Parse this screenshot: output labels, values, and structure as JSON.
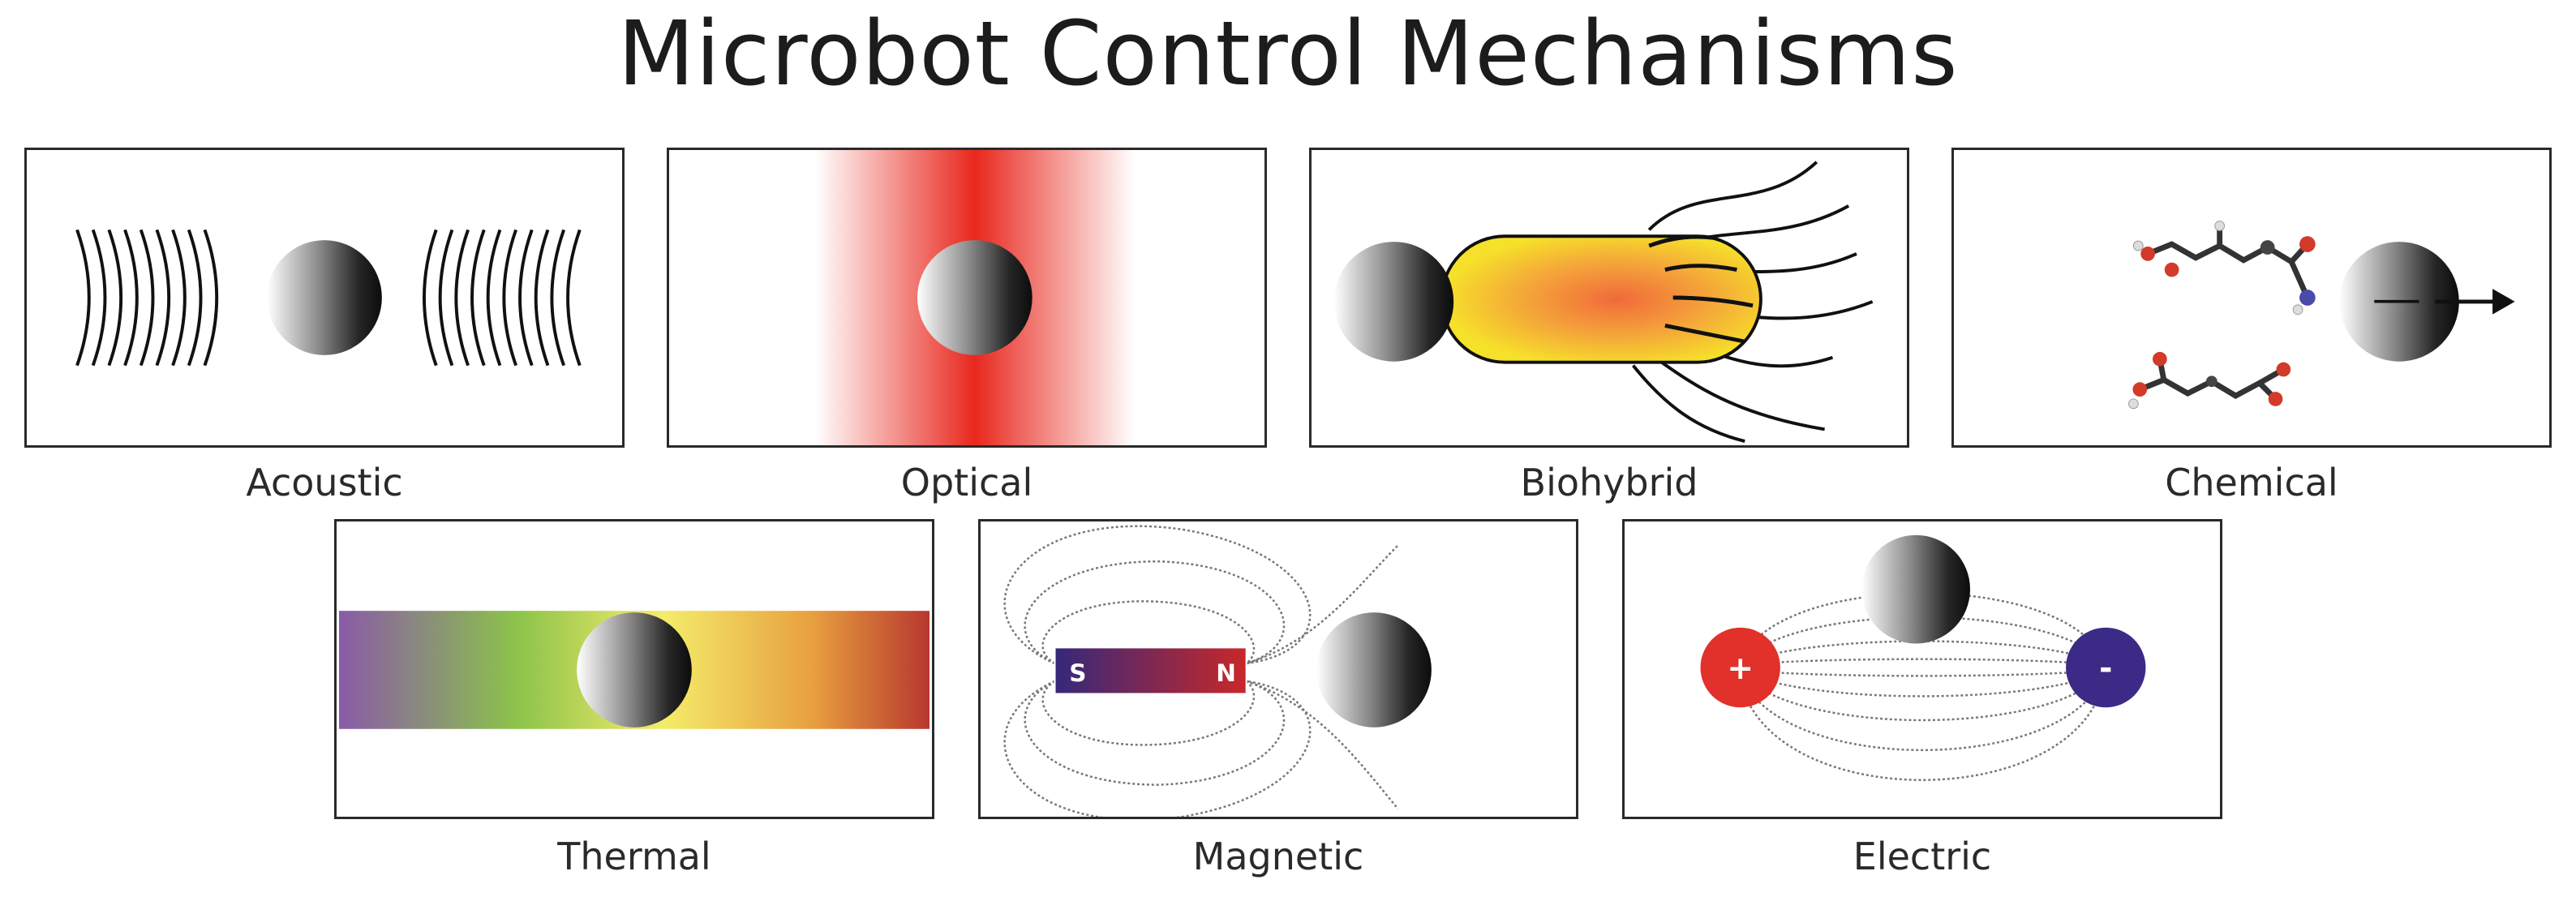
{
  "title": "Microbot Control Mechanisms",
  "panels": [
    {
      "id": "acoustic",
      "label": "Acoustic"
    },
    {
      "id": "optical",
      "label": "Optical"
    },
    {
      "id": "biohybrid",
      "label": "Biohybrid"
    },
    {
      "id": "chemical",
      "label": "Chemical"
    },
    {
      "id": "thermal",
      "label": "Thermal"
    },
    {
      "id": "magnetic",
      "label": "Magnetic",
      "magnet_south": "S",
      "magnet_north": "N"
    },
    {
      "id": "electric",
      "label": "Electric",
      "positive": "+",
      "negative": "-"
    }
  ],
  "colors": {
    "optical_beam": "#e8281e",
    "bacterium_fill_outer": "#f6e12a",
    "bacterium_fill_inner": "#f07a3c",
    "thermal_gradient": [
      "#8a5aa8",
      "#7dbb45",
      "#f4ec6a",
      "#c0392b"
    ],
    "magnet_gradient": [
      "#3a2a7e",
      "#c0282a"
    ],
    "electrode_positive": "#e2302a",
    "electrode_negative": "#3b2a86"
  },
  "icons": [
    "microbot-sphere-icon",
    "arrow-right-icon",
    "molecule-icon",
    "bar-magnet-icon",
    "electrode-icon",
    "sound-wave-icon",
    "flagella-icon"
  ]
}
